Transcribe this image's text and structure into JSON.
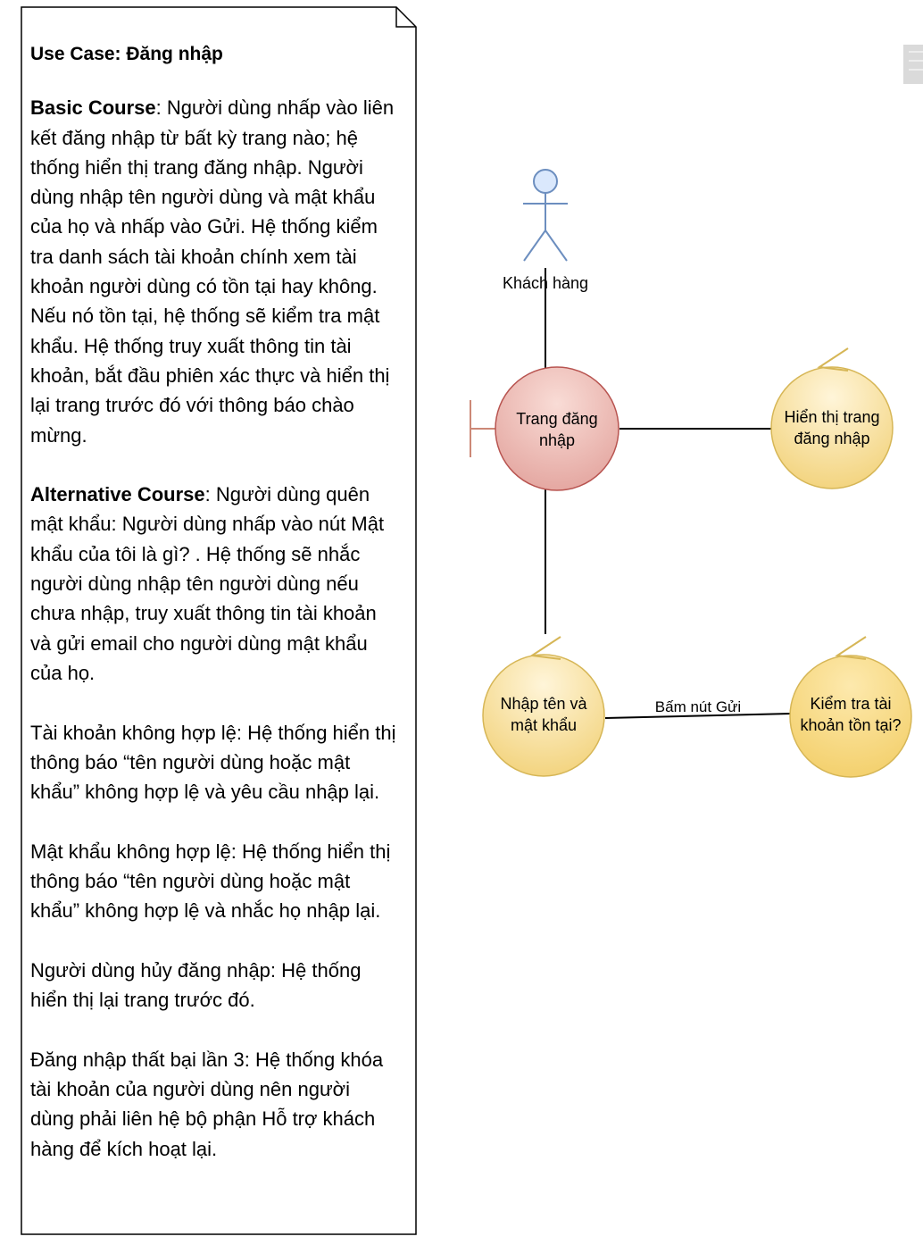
{
  "note": {
    "title": "Use Case: Đăng nhập",
    "basic_label": "Basic Course",
    "basic_text": ": Người dùng nhấp vào liên kết đăng nhập từ bất kỳ trang nào; hệ thống hiển thị trang đăng nhập. Người dùng nhập tên người dùng và mật khẩu của họ và nhấp vào Gửi. Hệ thống kiểm tra danh sách tài khoản chính xem tài khoản người dùng có tồn tại hay không. Nếu nó tồn tại, hệ thống sẽ kiểm tra mật khẩu. Hệ thống truy xuất thông tin tài khoản, bắt đầu phiên xác thực và hiển thị lại trang trước đó với thông báo chào mừng.",
    "alt_label": "Alternative Course",
    "alt_text": ": Người dùng quên mật khẩu: Người dùng nhấp vào nút Mật khẩu của tôi là gì? . Hệ thống sẽ nhắc người dùng nhập tên người dùng nếu chưa nhập, truy xuất thông tin tài khoản và gửi email cho người dùng mật khẩu của họ.",
    "invalid_account": "Tài khoản không hợp lệ: Hệ thống hiển thị thông báo “tên người dùng hoặc mật khẩu” không hợp lệ và yêu cầu nhập lại.",
    "invalid_password": "Mật khẩu không hợp lệ: Hệ thống hiển thị thông báo “tên người dùng hoặc mật khẩu” không hợp lệ và nhắc họ nhập lại.",
    "cancel_login": "Người dùng hủy đăng nhập: Hệ thống hiển thị lại trang trước đó.",
    "third_failure": "Đăng nhập thất bại lần 3: Hệ thống khóa tài khoản của người dùng nên người dùng phải liên hệ bộ phận Hỗ trợ khách hàng để kích hoạt lại."
  },
  "actor": {
    "label": "Khách hàng"
  },
  "boundary": {
    "label_line1": "Trang đăng",
    "label_line2": "nhập"
  },
  "controls": {
    "display_login": {
      "label_line1": "Hiển thị trang",
      "label_line2": "đăng nhập"
    },
    "enter_credentials": {
      "label_line1": "Nhập tên và",
      "label_line2": "mật khẩu"
    },
    "check_account": {
      "label_line1": "Kiểm tra tài",
      "label_line2": "khoản tồn tại?"
    }
  },
  "edges": {
    "submit_label": "Bấm nút Gửi"
  },
  "colors": {
    "actor_fill": "#dae8fc",
    "actor_stroke": "#6c8ebf",
    "boundary_fill": "#f8cecc",
    "boundary_stroke": "#b85450",
    "control_fill": "#fff2cc",
    "control_stroke": "#d6b656",
    "control_fill_strong": "#ffe599"
  }
}
